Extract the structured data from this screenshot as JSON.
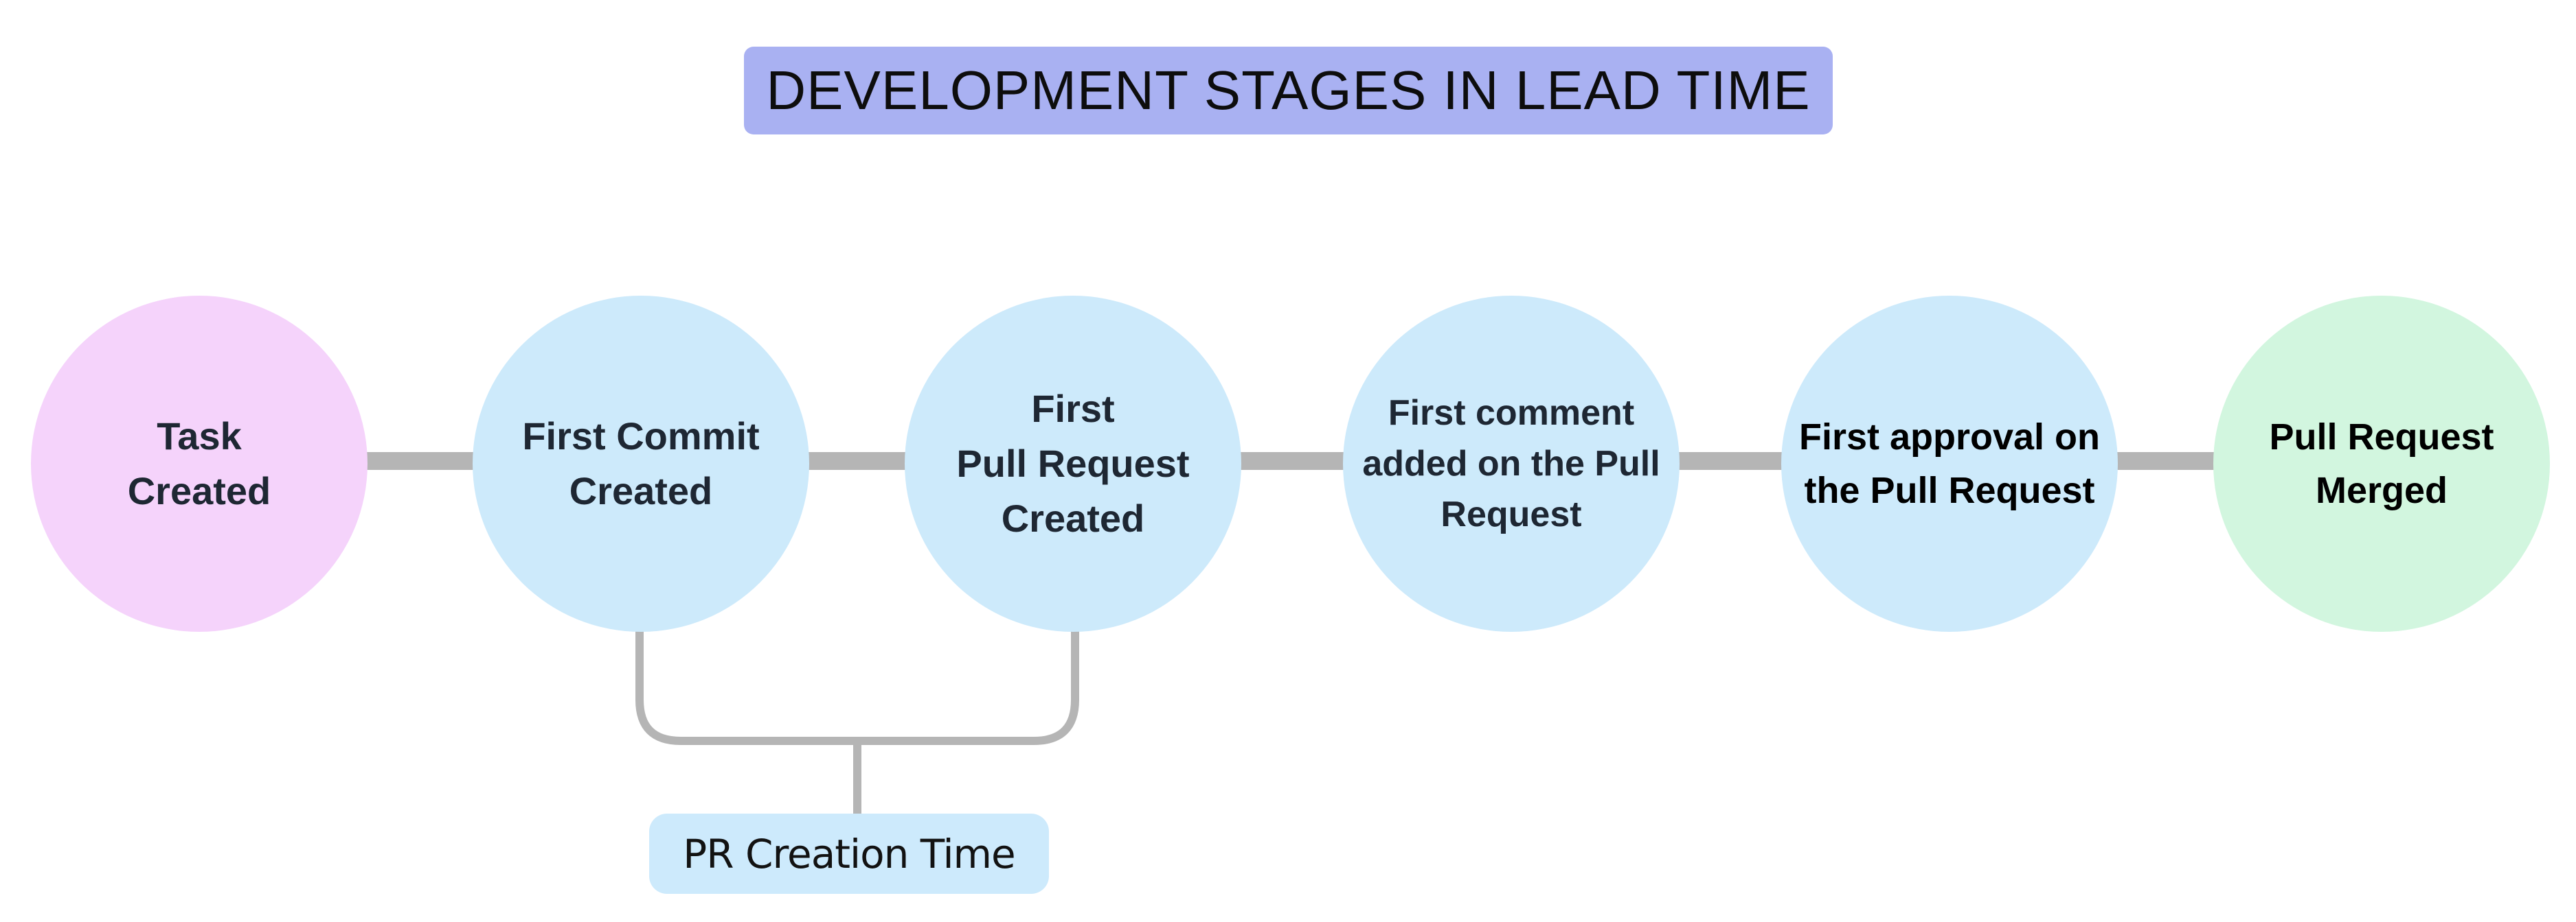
{
  "title": {
    "text": "DEVELOPMENT STAGES IN LEAD TIME",
    "bg": "#a9b1f2",
    "text_color": "#0d0d0d"
  },
  "stages": [
    {
      "label": "Task\nCreated",
      "fill": "#f5d3fb",
      "text_color": "#1e2733"
    },
    {
      "label": "First Commit\nCreated",
      "fill": "#cdeafb",
      "text_color": "#1e2733"
    },
    {
      "label": "First\nPull Request\nCreated",
      "fill": "#cdeafb",
      "text_color": "#1e2733"
    },
    {
      "label": "First comment\nadded on the Pull\nRequest",
      "fill": "#cdeafb",
      "text_color": "#1e2733"
    },
    {
      "label": "First approval on\nthe Pull Request",
      "fill": "#cdeafb",
      "text_color": "#000000"
    },
    {
      "label": "Pull Request\nMerged",
      "fill": "#d2f6df",
      "text_color": "#000000"
    }
  ],
  "annotation": {
    "label": "PR Creation Time",
    "bg": "#cdeafc",
    "text_color": "#121212"
  },
  "colors": {
    "connector": "#b5b5b5",
    "background": "#ffffff"
  }
}
